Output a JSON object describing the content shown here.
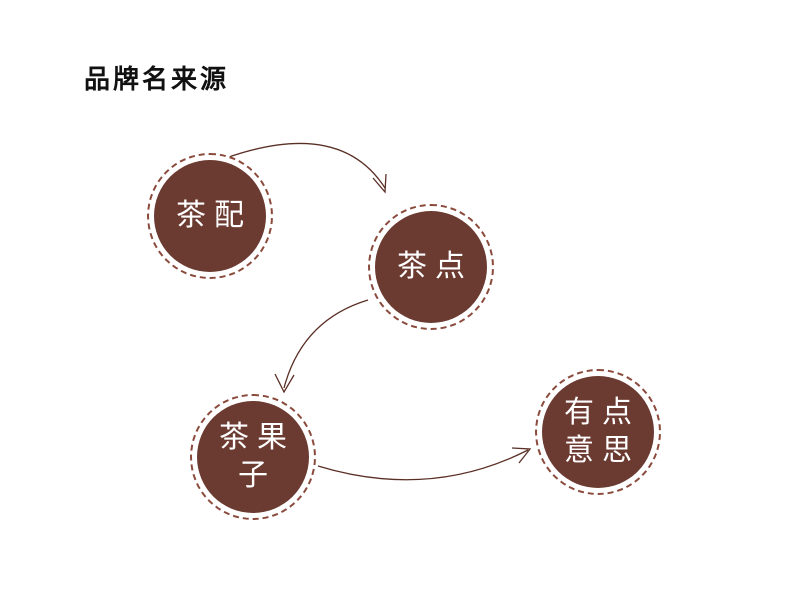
{
  "title": "品牌名来源",
  "colors": {
    "circle_fill": "#6b3a30",
    "circle_ring": "#8a4a3c",
    "arrow": "#5a2f25",
    "label_text": "#ffffff"
  },
  "nodes": [
    {
      "lines": [
        "茶配"
      ]
    },
    {
      "lines": [
        "茶点"
      ]
    },
    {
      "lines": [
        "茶果",
        "子"
      ]
    },
    {
      "lines": [
        "有点",
        "意思"
      ]
    }
  ]
}
